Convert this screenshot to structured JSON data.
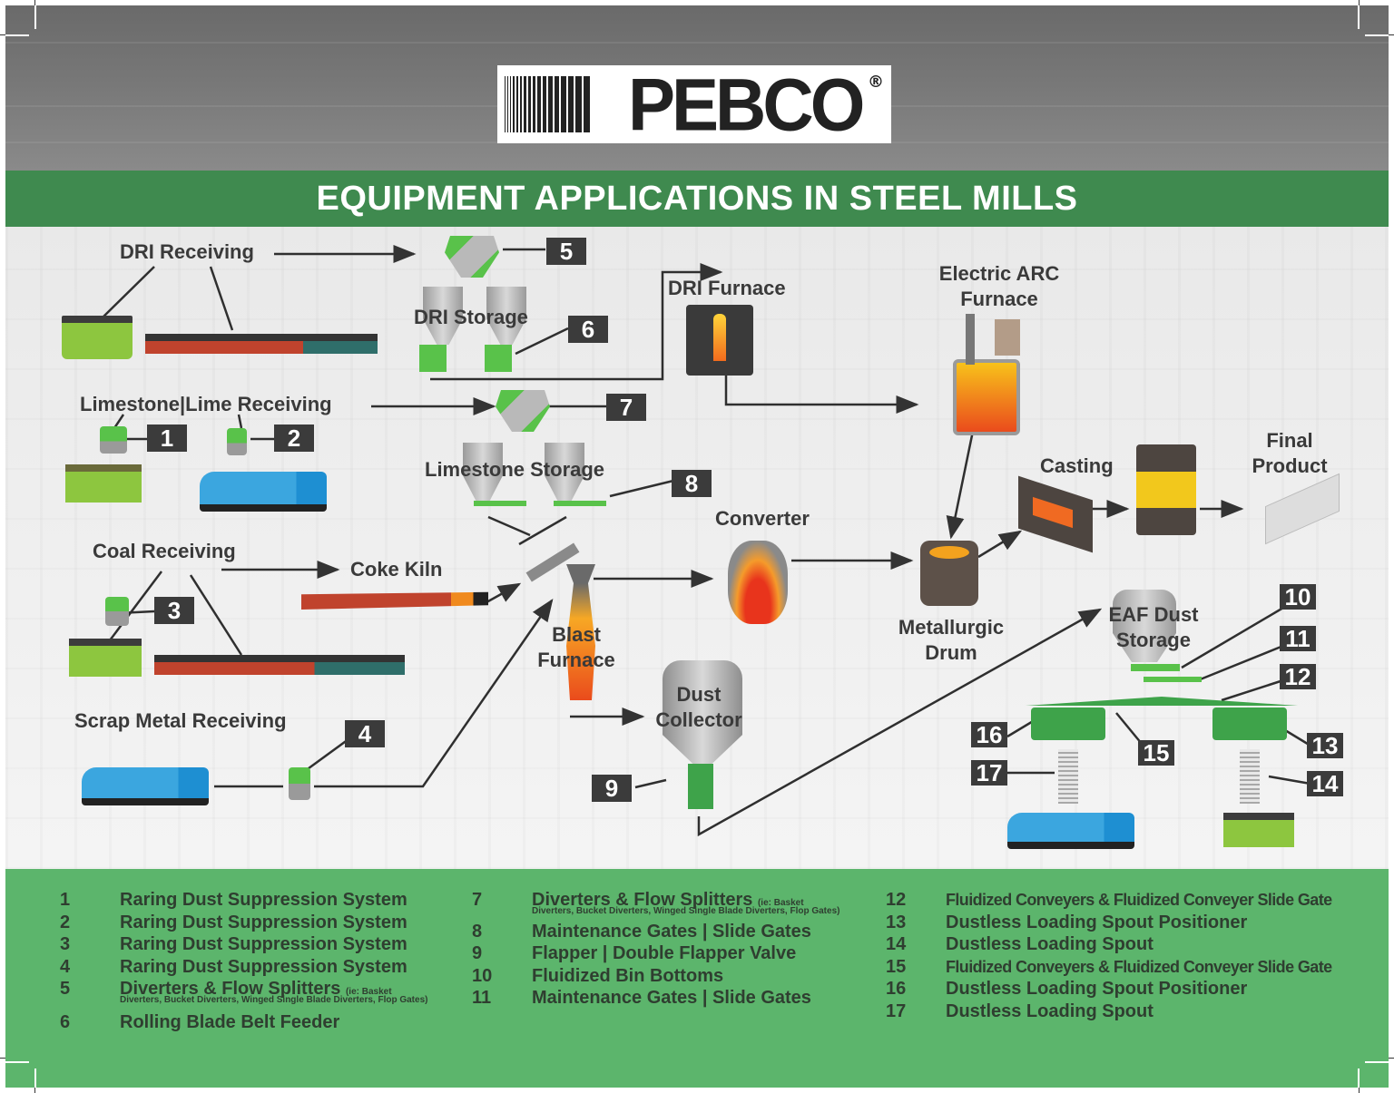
{
  "brand": {
    "logo_text": "PEBCO",
    "registered_mark": "®"
  },
  "title": "EQUIPMENT APPLICATIONS IN STEEL MILLS",
  "colors": {
    "banner_green": "#3f8a4f",
    "legend_green": "#5cb56c",
    "equipment_green": "#59c24a",
    "badge_dark": "#3b3b3b",
    "label_text": "#3a3a3a",
    "header_gray": "#6f6f6f"
  },
  "diagram": {
    "stages": {
      "dri_receiving": "DRI Receiving",
      "dri_storage": "DRI Storage",
      "dri_furnace": "DRI Furnace",
      "electric_arc_furnace_line1": "Electric ARC",
      "electric_arc_furnace_line2": "Furnace",
      "limestone_lime_receiving": "Limestone|Lime Receiving",
      "limestone_storage": "Limestone Storage",
      "coal_receiving": "Coal Receiving",
      "coke_kiln": "Coke Kiln",
      "blast_furnace_line1": "Blast",
      "blast_furnace_line2": "Furnace",
      "converter": "Converter",
      "metallurgic_drum_line1": "Metallurgic",
      "metallurgic_drum_line2": "Drum",
      "casting": "Casting",
      "final_product_line1": "Final",
      "final_product_line2": "Product",
      "scrap_metal_receiving": "Scrap Metal Receiving",
      "dust_collector_line1": "Dust",
      "dust_collector_line2": "Collector",
      "eaf_dust_storage_line1": "EAF Dust",
      "eaf_dust_storage_line2": "Storage"
    },
    "badges": [
      "1",
      "2",
      "3",
      "4",
      "5",
      "6",
      "7",
      "8",
      "9",
      "10",
      "11",
      "12",
      "13",
      "14",
      "15",
      "16",
      "17"
    ],
    "icons": [
      "rail-hopper-car-icon",
      "barge-tugboat-icon",
      "tanker-truck-icon",
      "diverter-valve-icon",
      "storage-silo-icon",
      "belt-feeder-icon",
      "dri-furnace-icon",
      "electric-arc-furnace-icon",
      "dust-suppression-hopper-icon",
      "slide-gate-icon",
      "coke-kiln-icon",
      "blast-furnace-icon",
      "converter-icon",
      "ladle-drum-icon",
      "casting-machine-icon",
      "rolling-mill-icon",
      "steel-beam-icon",
      "dust-collector-icon",
      "flapper-valve-icon",
      "fluidized-conveyor-icon",
      "loading-spout-icon"
    ]
  },
  "legend": {
    "columns": [
      [
        {
          "num": "1",
          "text": "Raring Dust Suppression System"
        },
        {
          "num": "2",
          "text": "Raring Dust Suppression System"
        },
        {
          "num": "3",
          "text": "Raring Dust Suppression System"
        },
        {
          "num": "4",
          "text": "Raring Dust Suppression System"
        },
        {
          "num": "5",
          "text": "Diverters & Flow Splitters",
          "note_a": "(ie: Basket",
          "note_b": "Diverters, Bucket Diverters, Winged Single Blade Diverters, Flop Gates)"
        },
        {
          "num": "6",
          "text": "Rolling Blade Belt Feeder"
        }
      ],
      [
        {
          "num": "7",
          "text": "Diverters & Flow Splitters",
          "note_a": "(ie: Basket",
          "note_b": "Diverters, Bucket Diverters, Winged Single Blade Diverters, Flop Gates)"
        },
        {
          "num": "8",
          "text": "Maintenance Gates | Slide Gates"
        },
        {
          "num": "9",
          "text": "Flapper | Double Flapper Valve"
        },
        {
          "num": "10",
          "text": "Fluidized Bin Bottoms"
        },
        {
          "num": "11",
          "text": "Maintenance Gates | Slide Gates"
        }
      ],
      [
        {
          "num": "12",
          "text": "Fluidized Conveyers & Fluidized Conveyer Slide Gate"
        },
        {
          "num": "13",
          "text": "Dustless Loading Spout Positioner"
        },
        {
          "num": "14",
          "text": "Dustless Loading Spout"
        },
        {
          "num": "15",
          "text": "Fluidized Conveyers & Fluidized Conveyer Slide Gate"
        },
        {
          "num": "16",
          "text": "Dustless Loading Spout Positioner"
        },
        {
          "num": "17",
          "text": "Dustless Loading Spout"
        }
      ]
    ]
  }
}
